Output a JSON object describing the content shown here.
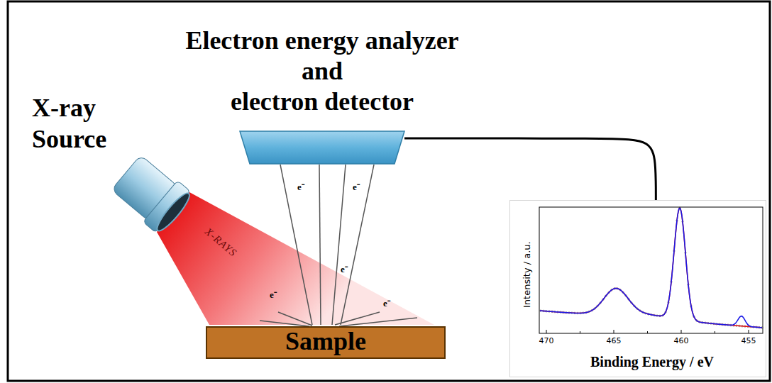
{
  "diagram": {
    "nodes": [
      {
        "text": [
          "X-ray Source"
        ]
      },
      {
        "text": [
          "Electron energy analyzer and electron detector"
        ]
      },
      {
        "text": [
          "Sample"
        ]
      },
      {
        "text": [
          "Intensity / a.u.",
          "Binding Energy / eV"
        ]
      }
    ],
    "edges": [
      {
        "from": 1,
        "to": 3,
        "arrow": "none"
      }
    ],
    "labels": [
      "X-RAYS",
      "e⁻",
      "e⁻",
      "e⁻",
      "e⁻",
      "e⁻",
      "470",
      "465",
      "460",
      "455"
    ]
  }
}
